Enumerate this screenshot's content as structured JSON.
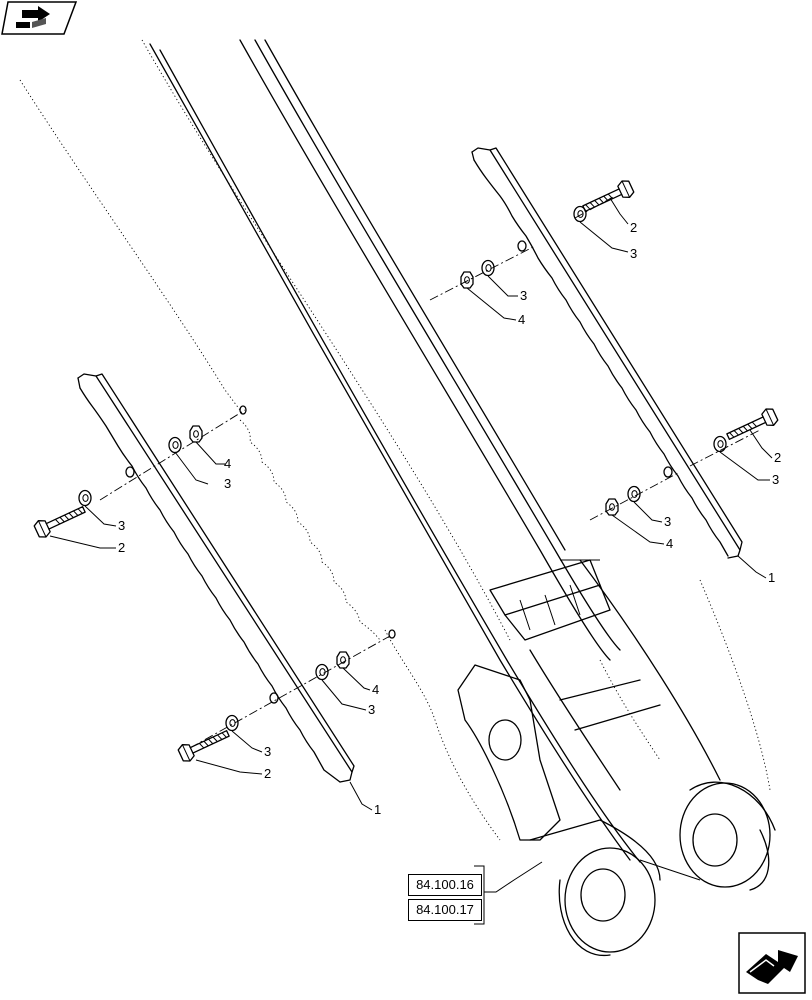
{
  "diagram": {
    "callouts": {
      "c1": "1",
      "c2": "2",
      "c3": "3",
      "c4": "4"
    },
    "references": [
      "84.100.16",
      "84.100.17"
    ]
  },
  "icons": {
    "top_left": "page-flip-icon",
    "bottom_right": "next-page-icon"
  }
}
